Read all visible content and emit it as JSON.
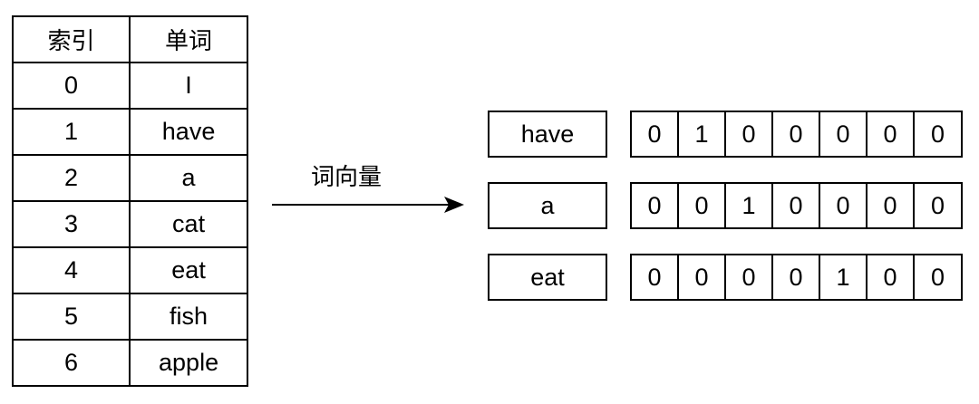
{
  "vocab_table": {
    "headers": {
      "index": "索引",
      "word": "单词"
    },
    "rows": [
      {
        "index": "0",
        "word": "I"
      },
      {
        "index": "1",
        "word": "have"
      },
      {
        "index": "2",
        "word": "a"
      },
      {
        "index": "3",
        "word": "cat"
      },
      {
        "index": "4",
        "word": "eat"
      },
      {
        "index": "5",
        "word": "fish"
      },
      {
        "index": "6",
        "word": "apple"
      }
    ]
  },
  "arrow": {
    "label": "词向量"
  },
  "vectors": [
    {
      "word": "have",
      "values": [
        "0",
        "1",
        "0",
        "0",
        "0",
        "0",
        "0"
      ]
    },
    {
      "word": "a",
      "values": [
        "0",
        "0",
        "1",
        "0",
        "0",
        "0",
        "0"
      ]
    },
    {
      "word": "eat",
      "values": [
        "0",
        "0",
        "0",
        "0",
        "1",
        "0",
        "0"
      ]
    }
  ]
}
